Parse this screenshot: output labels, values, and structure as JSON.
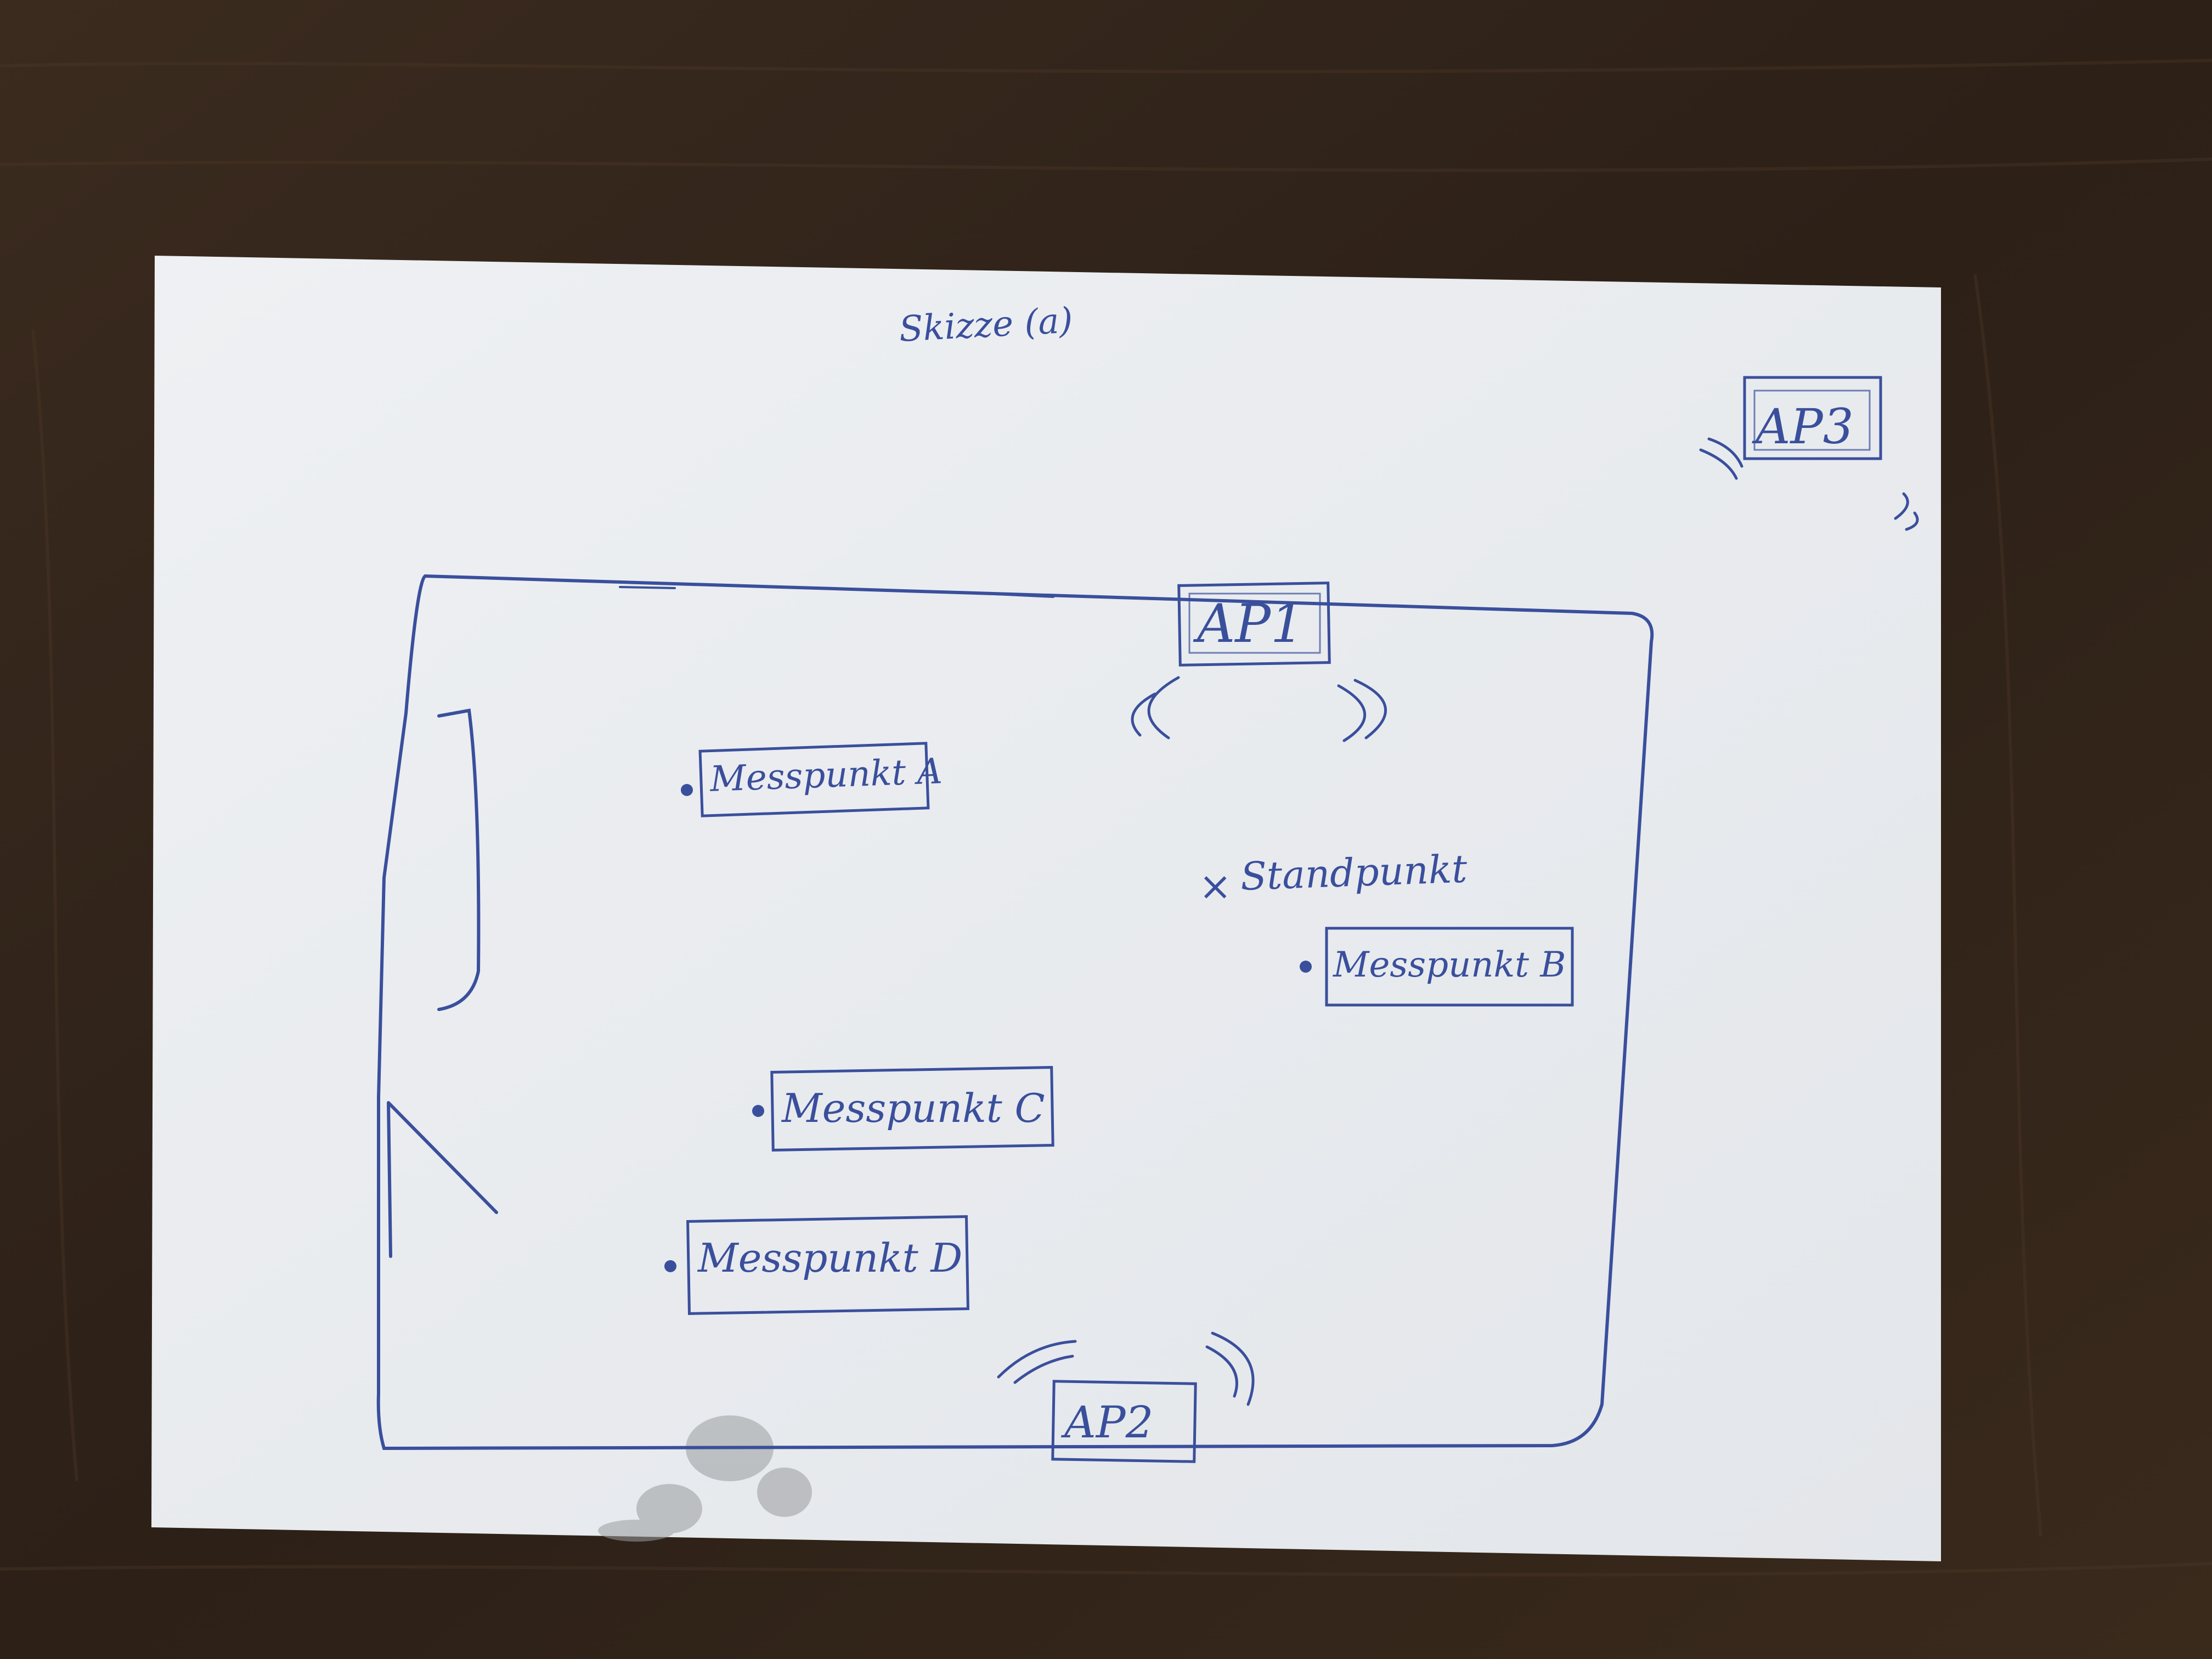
{
  "sketch": {
    "title": "Skizze (a)",
    "access_points": [
      {
        "id": "ap1",
        "label": "AP1"
      },
      {
        "id": "ap2",
        "label": "AP2"
      },
      {
        "id": "ap3",
        "label": "AP3"
      }
    ],
    "standpoint": {
      "marker": "×",
      "label": "Standpunkt"
    },
    "measurement_points": [
      {
        "id": "a",
        "label": "Messpunkt A"
      },
      {
        "id": "b",
        "label": "Messpunkt B"
      },
      {
        "id": "c",
        "label": "Messpunkt C"
      },
      {
        "id": "d",
        "label": "Messpunkt D"
      }
    ]
  },
  "colors": {
    "ink": "#3a4f9c",
    "paper": "#e9ecef",
    "table": "#2f2218"
  }
}
